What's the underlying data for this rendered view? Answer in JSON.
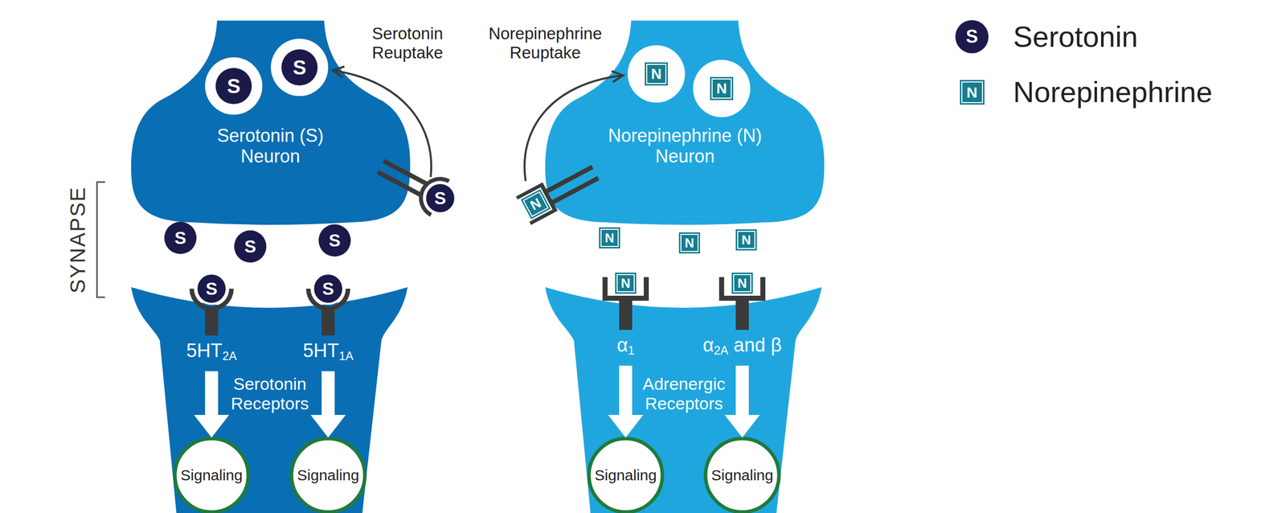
{
  "diagram": {
    "nodes": [
      {
        "text": [
          "Serotonin (S) Neuron"
        ]
      },
      {
        "text": [
          "Serotonin Receptors"
        ]
      },
      {
        "text": [
          "5HT2A"
        ],
        "in": 1
      },
      {
        "text": [
          "5HT1A"
        ],
        "in": 1
      },
      {
        "text": [
          "Signaling"
        ],
        "in": 1
      },
      {
        "text": [
          "Signaling"
        ],
        "in": 1
      },
      {
        "text": [
          "Norepinephrine (N) Neuron"
        ]
      },
      {
        "text": [
          "Adrenergic Receptors"
        ]
      },
      {
        "text": [
          "α1"
        ],
        "in": 7
      },
      {
        "text": [
          "α2A and β"
        ],
        "in": 7
      },
      {
        "text": [
          "Signaling"
        ],
        "in": 7
      },
      {
        "text": [
          "Signaling"
        ],
        "in": 7
      }
    ],
    "edges": [
      {
        "from": 2,
        "to": 4,
        "arrow": "to"
      },
      {
        "from": 3,
        "to": 5,
        "arrow": "to"
      },
      {
        "from": 8,
        "to": 10,
        "arrow": "to"
      },
      {
        "from": 9,
        "to": 11,
        "arrow": "to"
      }
    ],
    "labels": [
      "Serotonin Reuptake",
      "Norepinephrine Reuptake",
      "SYNAPSE",
      "S",
      "S",
      "S",
      "S",
      "S",
      "S",
      "S",
      "S",
      "N",
      "N",
      "N",
      "N",
      "N",
      "N",
      "N",
      "N",
      "S",
      "N"
    ],
    "legend": [
      {
        "text": "Serotonin"
      },
      {
        "text": "Norepinephrine"
      }
    ]
  }
}
